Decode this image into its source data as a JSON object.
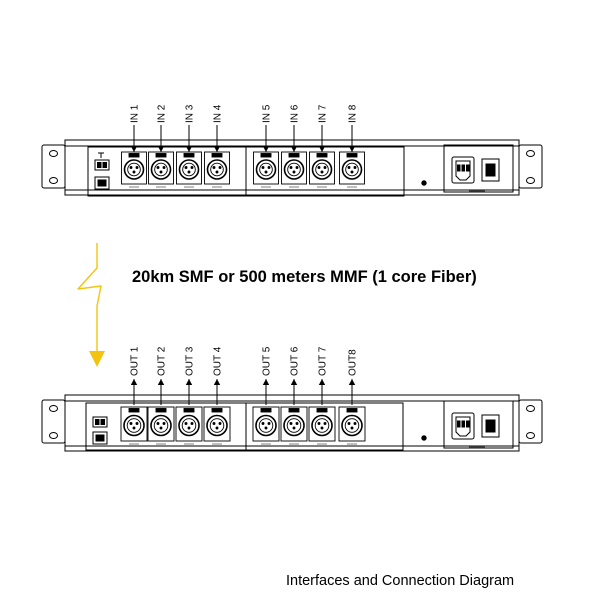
{
  "transmitter": {
    "inputs": [
      "IN 1",
      "IN 2",
      "IN 3",
      "IN 4",
      "IN 5",
      "IN 6",
      "IN 7",
      "IN 8"
    ]
  },
  "link": {
    "label": "20km SMF or 500 meters MMF (1 core Fiber)",
    "arrow_color": "#f2c40f"
  },
  "receiver": {
    "outputs": [
      "OUT 1",
      "OUT 2",
      "OUT 3",
      "OUT 4",
      "OUT 5",
      "OUT 6",
      "OUT 7",
      "OUT8"
    ]
  },
  "caption": "Interfaces and Connection Diagram"
}
